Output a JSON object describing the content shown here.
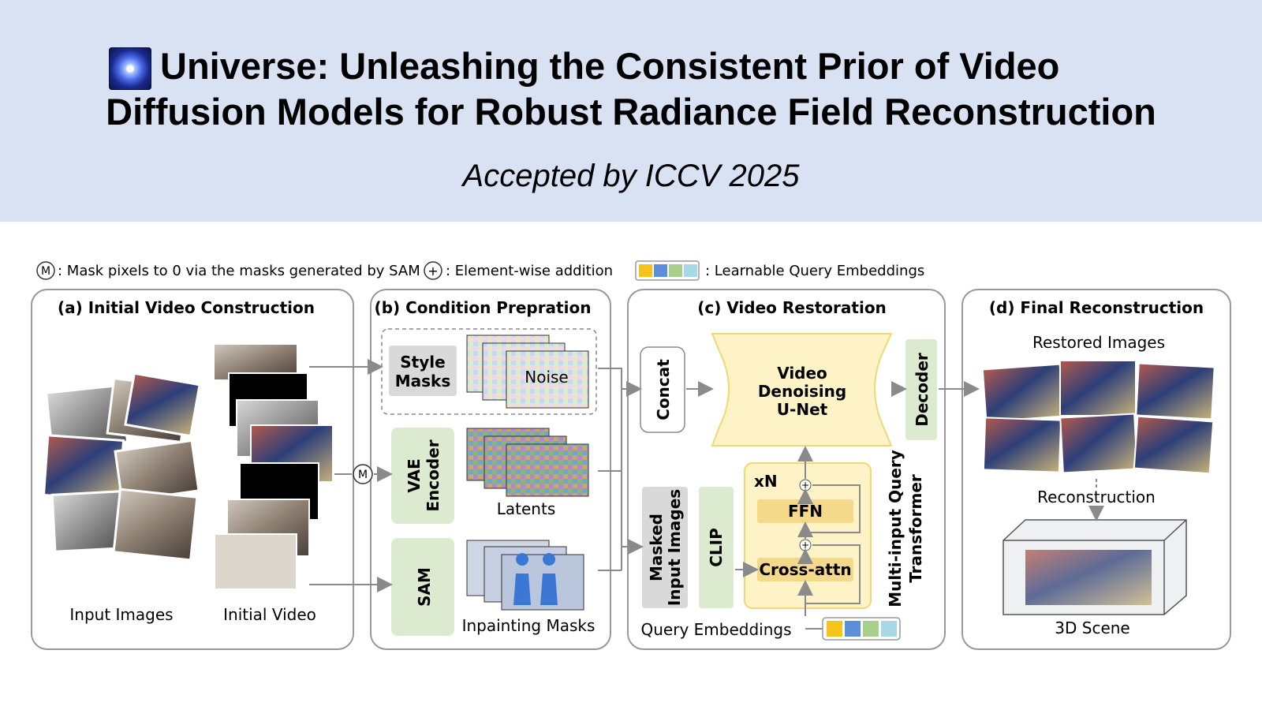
{
  "header": {
    "title_line1": "Universe: Unleashing the Consistent Prior of Video",
    "title_line2": "Diffusion Models for Robust Radiance Field Reconstruction",
    "subtitle": "Accepted by ICCV 2025",
    "logo_icon": "galaxy-logo-icon"
  },
  "legend": {
    "mask_symbol": "M",
    "mask_text": ": Mask pixels to 0 via the masks generated by SAM",
    "add_symbol": "+",
    "add_text": ": Element-wise addition",
    "query_text": ": Learnable Query Embeddings",
    "query_colors": [
      "#f6c21c",
      "#5b8fdb",
      "#a9cf8c",
      "#a8d7e6"
    ]
  },
  "panels": {
    "a": {
      "title": "(a) Initial Video Construction",
      "input_label": "Input Images",
      "video_label": "Initial Video"
    },
    "b": {
      "title": "(b) Condition Prepration",
      "style_masks": [
        "Style",
        "Masks"
      ],
      "noise": "Noise",
      "vae": [
        "VAE",
        "Encoder"
      ],
      "latents": "Latents",
      "sam": "SAM",
      "inpaint": "Inpainting Masks"
    },
    "c": {
      "title": "(c) Video Restoration",
      "concat": "Concat",
      "unet": [
        "Video",
        "Denoising",
        "U-Net"
      ],
      "decoder": "Decoder",
      "masked": [
        "Masked",
        "Input Images"
      ],
      "clip": "CLIP",
      "xn": "xN",
      "ffn": "FFN",
      "cross": "Cross-attn",
      "mqt": [
        "Multi-input Query",
        "Transformer"
      ],
      "query": "Query Embeddings"
    },
    "d": {
      "title": "(d) Final Reconstruction",
      "restored": "Restored Images",
      "reconstruction": "Reconstruction",
      "scene": "3D Scene"
    }
  }
}
